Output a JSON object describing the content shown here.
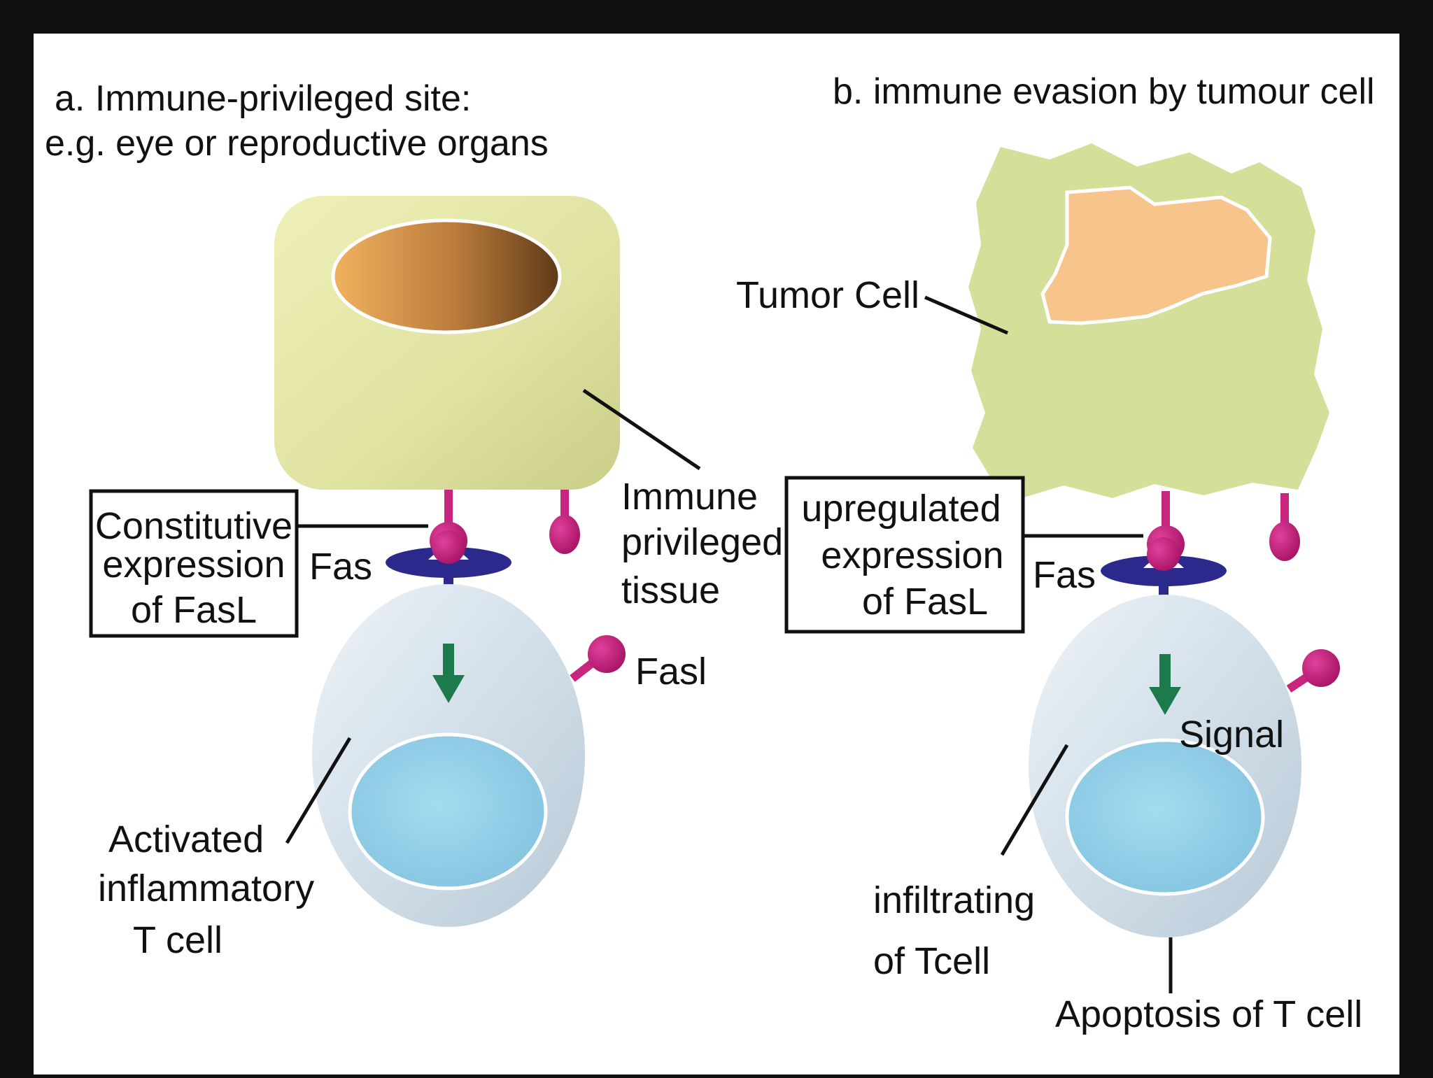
{
  "panel_a": {
    "title_line1": "a. Immune-privileged site:",
    "title_line2": "e.g. eye or reproductive organs",
    "box_line1": "Constitutive",
    "box_line2": "expression",
    "box_line3": "of FasL",
    "fas_label": "Fas",
    "fasl_label": "Fasl",
    "tissue_line1": "Immune",
    "tissue_line2": "privileged",
    "tissue_line3": "tissue",
    "tcell_line1": "Activated",
    "tcell_line2": "inflammatory",
    "tcell_line3": "T cell"
  },
  "panel_b": {
    "title": "b. immune evasion by tumour cell",
    "tumor_label": "Tumor Cell",
    "box_line1": "upregulated",
    "box_line2": "expression",
    "box_line3": "of FasL",
    "fas_label": "Fas",
    "signal_label": "Signal",
    "tcell_line1": "infiltrating",
    "tcell_line2": "of Tcell",
    "apoptosis_label": "Apoptosis of T cell"
  },
  "colors": {
    "background": "#0f0f0f",
    "panel": "#ffffff",
    "tissue_cell": "#e2e3a4",
    "tumor_cell": "#d4df9a",
    "tumor_nucleus": "#f7c48c",
    "fasl_magenta": "#c8257f",
    "fas_receptor": "#2b2a8c",
    "arrow_green": "#1c7a4c",
    "tcell": "#d7e3ec",
    "tcell_nucleus": "#a9d8ec"
  }
}
